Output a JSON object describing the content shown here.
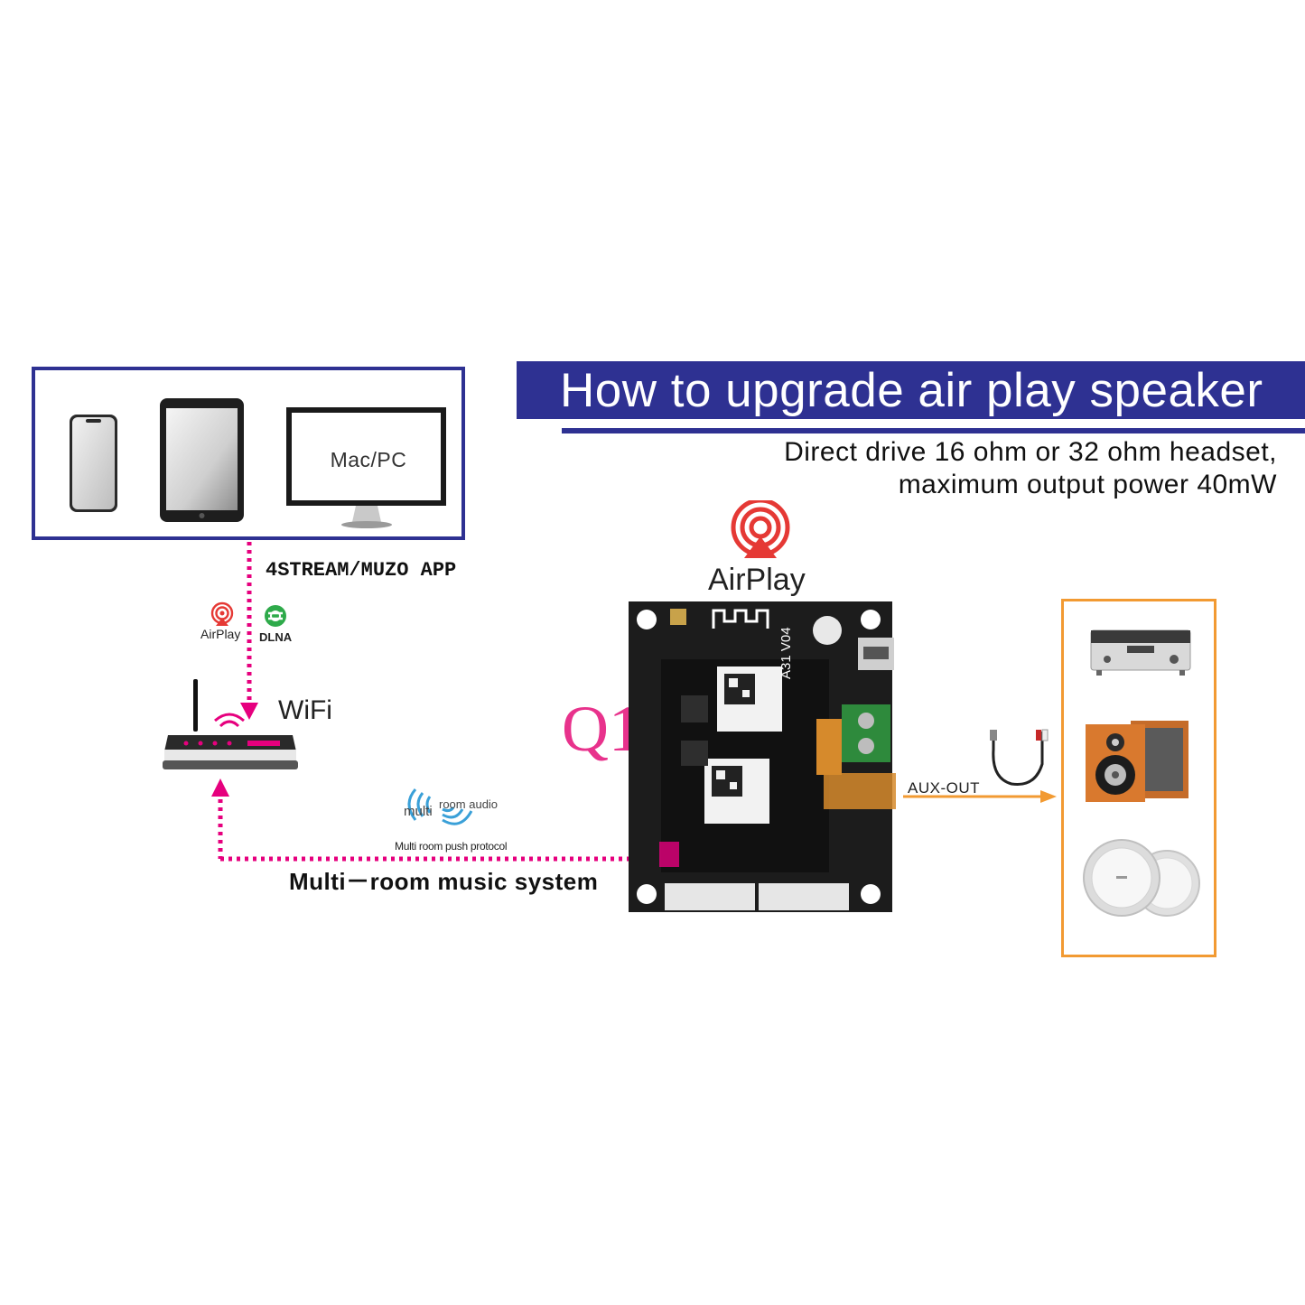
{
  "header": {
    "title": "How to upgrade air play speaker",
    "subtitle_line1": "Direct drive 16 ohm or 32 ohm headset,",
    "subtitle_line2": "maximum output power 40mW"
  },
  "devices": {
    "monitor_label": "Mac/PC",
    "app_label": "4STREAM/MUZO APP"
  },
  "protocols": {
    "airplay_small": "AirPlay",
    "dlna": "DLNA",
    "airplay_big": "AirPlay"
  },
  "network": {
    "wifi_label": "WiFi"
  },
  "board": {
    "model_label": "Q1",
    "silkscreen": "A31 V04"
  },
  "multiroom": {
    "logo_word1": "multi",
    "logo_word2": "room audio",
    "protocol_label": "Multi room push protocol",
    "system_label": "Multi－room  music system"
  },
  "output": {
    "aux_label": "AUX-OUT"
  },
  "colors": {
    "navy": "#2e3192",
    "magenta": "#e6007e",
    "orange": "#f29a32",
    "airplay_red": "#e53935",
    "dlna_green": "#2eaa4a"
  }
}
